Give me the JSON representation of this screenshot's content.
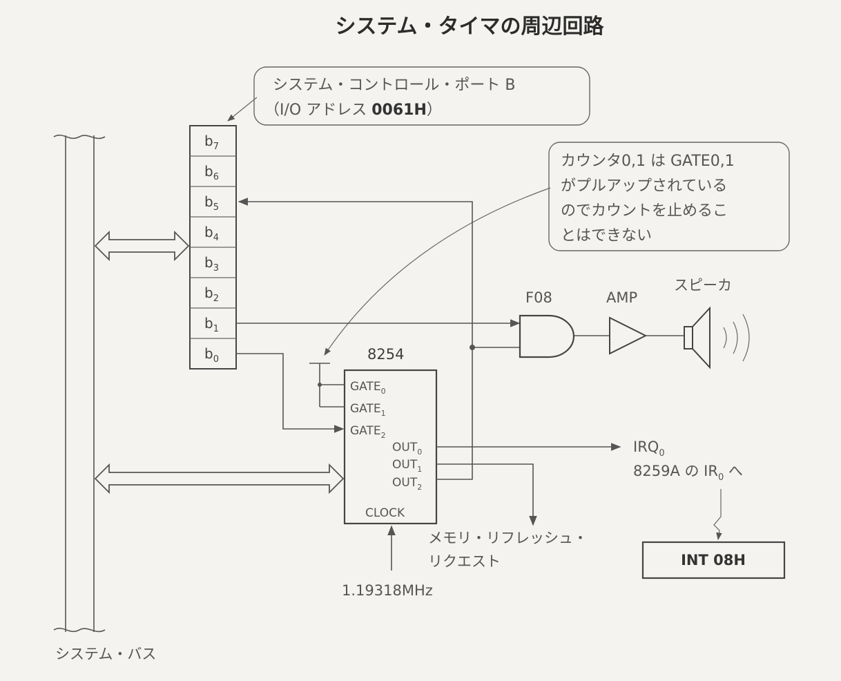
{
  "title": "システム・タイマの周辺回路",
  "port_callout": {
    "line1": "システム・コントロール・ポート B",
    "line2_prefix": "（I/O アドレス ",
    "line2_address": "0061H",
    "line2_suffix": "）"
  },
  "port_bits": [
    {
      "name": "b",
      "sub": "7"
    },
    {
      "name": "b",
      "sub": "6"
    },
    {
      "name": "b",
      "sub": "5"
    },
    {
      "name": "b",
      "sub": "4"
    },
    {
      "name": "b",
      "sub": "3"
    },
    {
      "name": "b",
      "sub": "2"
    },
    {
      "name": "b",
      "sub": "1"
    },
    {
      "name": "b",
      "sub": "0"
    }
  ],
  "gate_callout": {
    "lines": [
      "カウンタ0,1 は GATE0,1",
      "がプルアップされている",
      "のでカウントを止めるこ",
      "とはできない"
    ]
  },
  "timer": {
    "label": "8254",
    "gates": [
      {
        "name": "GATE",
        "sub": "0"
      },
      {
        "name": "GATE",
        "sub": "1"
      },
      {
        "name": "GATE",
        "sub": "2"
      }
    ],
    "outs": [
      {
        "name": "OUT",
        "sub": "0"
      },
      {
        "name": "OUT",
        "sub": "1"
      },
      {
        "name": "OUT",
        "sub": "2"
      }
    ],
    "clock": "CLOCK"
  },
  "and_gate_label": "F08",
  "amp_label": "AMP",
  "speaker_label": "スピーカ",
  "irq": {
    "line1_name": "IRQ",
    "line1_sub": "0",
    "line2_prefix": "8259A の IR",
    "line2_sub": "0",
    "line2_suffix": " へ"
  },
  "int_box": "INT  08H",
  "refresh": {
    "line1": "メモリ・リフレッシュ・",
    "line2": "リクエスト"
  },
  "clock_freq": "1.19318MHz",
  "bus_label": "システム・バス",
  "colors": {
    "background": "#f4f3ef",
    "line": "#555555",
    "text": "#3e3e3e"
  }
}
